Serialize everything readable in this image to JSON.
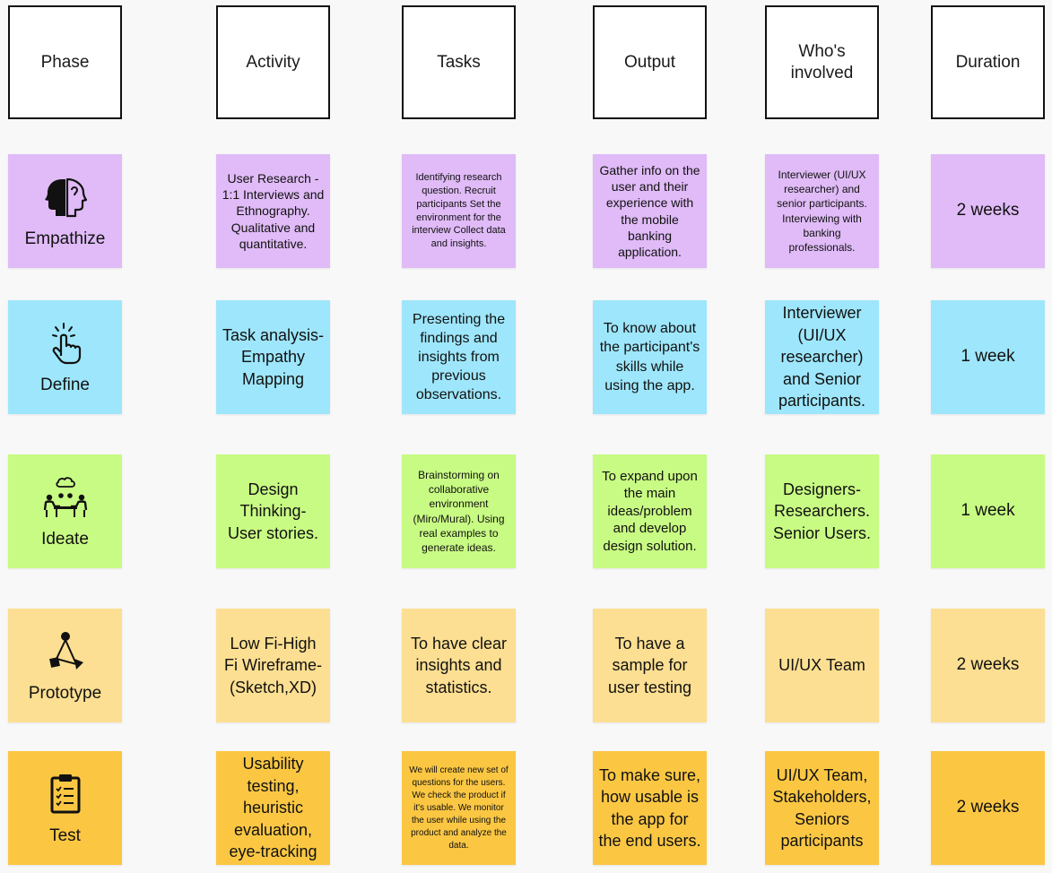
{
  "headers": {
    "phase": "Phase",
    "activity": "Activity",
    "tasks": "Tasks",
    "output": "Output",
    "who": "Who's involved",
    "duration": "Duration"
  },
  "colors": {
    "empathize": "#e0bbf7",
    "define": "#9ee6fb",
    "ideate": "#c8fb83",
    "prototype": "#fcdf92",
    "test": "#fbc743"
  },
  "rows": [
    {
      "phase": "Empathize",
      "icon": "two-heads-icon",
      "activity": "User Research - 1:1 Interviews and Ethnography. Qualitative and quantitative.",
      "tasks": "Identifying research question. Recruit participants Set the environment for the interview Collect data and insights.",
      "output": "Gather info on the user and their experience with the mobile banking application.",
      "who": "Interviewer (UI/UX researcher) and senior participants. Interviewing with banking professionals.",
      "duration": "2 weeks"
    },
    {
      "phase": "Define",
      "icon": "pointing-hand-icon",
      "activity": "Task analysis- Empathy Mapping",
      "tasks": "Presenting the findings and insights from previous observations.",
      "output": "To know about the participant's skills while using the app.",
      "who": "Interviewer (UI/UX researcher) and Senior participants.",
      "duration": "1 week"
    },
    {
      "phase": "Ideate",
      "icon": "team-meeting-icon",
      "activity": "Design Thinking- User stories.",
      "tasks": "Brainstorming on collaborative environment (Miro/Mural). Using real examples to generate ideas.",
      "output": "To expand upon the main ideas/problem and develop design solution.",
      "who": "Designers- Researchers. Senior Users.",
      "duration": "1 week"
    },
    {
      "phase": "Prototype",
      "icon": "shapes-icon",
      "activity": "Low Fi-High Fi Wireframe-(Sketch,XD)",
      "tasks": "To have clear insights and statistics.",
      "output": "To have a sample for user testing",
      "who": "UI/UX Team",
      "duration": "2 weeks"
    },
    {
      "phase": "Test",
      "icon": "clipboard-checklist-icon",
      "activity": "Usability testing, heuristic evaluation, eye-tracking",
      "tasks": "We will create new set of questions for the users. We check the product if it's usable. We monitor the user while using the product and analyze the data.",
      "output": "To make sure, how usable is the app for the end users.",
      "who": "UI/UX Team, Stakeholders, Seniors participants",
      "duration": "2 weeks"
    }
  ]
}
